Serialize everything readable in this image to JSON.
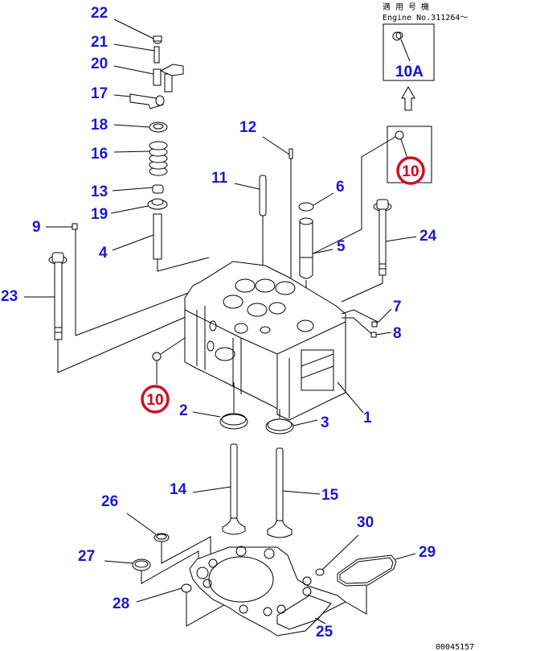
{
  "diagram": {
    "title": "Cylinder Head Exploded View",
    "applicability_note": {
      "line1": "適 用 号 機",
      "line2": "Engine No.311264〜"
    },
    "inset_label": "10A",
    "highlighted_label": "10",
    "drawing_number": "00045157",
    "colors": {
      "callout": "#1a1acc",
      "highlight": "#cc1122",
      "line": "#000000",
      "background": "#ffffff"
    },
    "callouts": [
      {
        "id": "1",
        "label": "1"
      },
      {
        "id": "2",
        "label": "2"
      },
      {
        "id": "3",
        "label": "3"
      },
      {
        "id": "4",
        "label": "4"
      },
      {
        "id": "5",
        "label": "5"
      },
      {
        "id": "6",
        "label": "6"
      },
      {
        "id": "7",
        "label": "7"
      },
      {
        "id": "8",
        "label": "8"
      },
      {
        "id": "9",
        "label": "9"
      },
      {
        "id": "10a",
        "label": "10"
      },
      {
        "id": "10b",
        "label": "10"
      },
      {
        "id": "10A",
        "label": "10A"
      },
      {
        "id": "11",
        "label": "11"
      },
      {
        "id": "12",
        "label": "12"
      },
      {
        "id": "13",
        "label": "13"
      },
      {
        "id": "14",
        "label": "14"
      },
      {
        "id": "15",
        "label": "15"
      },
      {
        "id": "16",
        "label": "16"
      },
      {
        "id": "17",
        "label": "17"
      },
      {
        "id": "18",
        "label": "18"
      },
      {
        "id": "19",
        "label": "19"
      },
      {
        "id": "20",
        "label": "20"
      },
      {
        "id": "21",
        "label": "21"
      },
      {
        "id": "22",
        "label": "22"
      },
      {
        "id": "23",
        "label": "23"
      },
      {
        "id": "24",
        "label": "24"
      },
      {
        "id": "25",
        "label": "25"
      },
      {
        "id": "26",
        "label": "26"
      },
      {
        "id": "27",
        "label": "27"
      },
      {
        "id": "28",
        "label": "28"
      },
      {
        "id": "29",
        "label": "29"
      },
      {
        "id": "30",
        "label": "30"
      }
    ]
  }
}
